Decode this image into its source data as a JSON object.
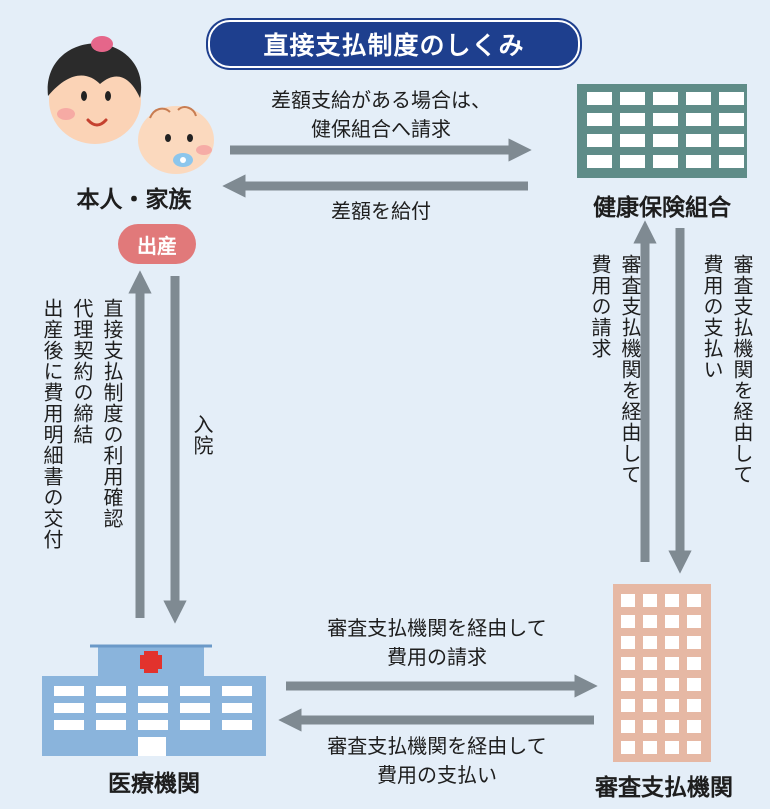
{
  "title": "直接支払制度のしくみ",
  "nodes": {
    "family": "本人・家族",
    "insurer": "健康保険組合",
    "hospital": "医療機関",
    "review": "審査支払機関"
  },
  "badge": "出産",
  "flows": {
    "family_to_insurer": [
      "差額支給がある場合は、",
      "健保組合へ請求"
    ],
    "insurer_to_family": "差額を給付",
    "hospital_to_review": [
      "審査支払機関を経由して",
      "費用の請求"
    ],
    "review_to_hospital": [
      "審査支払機関を経由して",
      "費用の支払い"
    ],
    "review_to_insurer": [
      "審査支払機関を経由して",
      "費用の請求"
    ],
    "insurer_to_review": [
      "審査支払機関を経由して",
      "費用の支払い"
    ],
    "family_to_hospital": "入院",
    "hospital_to_family": [
      "直接支払制度の利用確認",
      "代理契約の締結",
      "出産後に費用明細書の交付"
    ]
  },
  "colors": {
    "background": "#e4eef8",
    "title_bg": "#1e3f8e",
    "arrow": "#7f8a92",
    "insurer_building": "#5f8c88",
    "review_building": "#e6b8a4",
    "hospital_building": "#8ab4dc",
    "badge": "#e1797a"
  }
}
